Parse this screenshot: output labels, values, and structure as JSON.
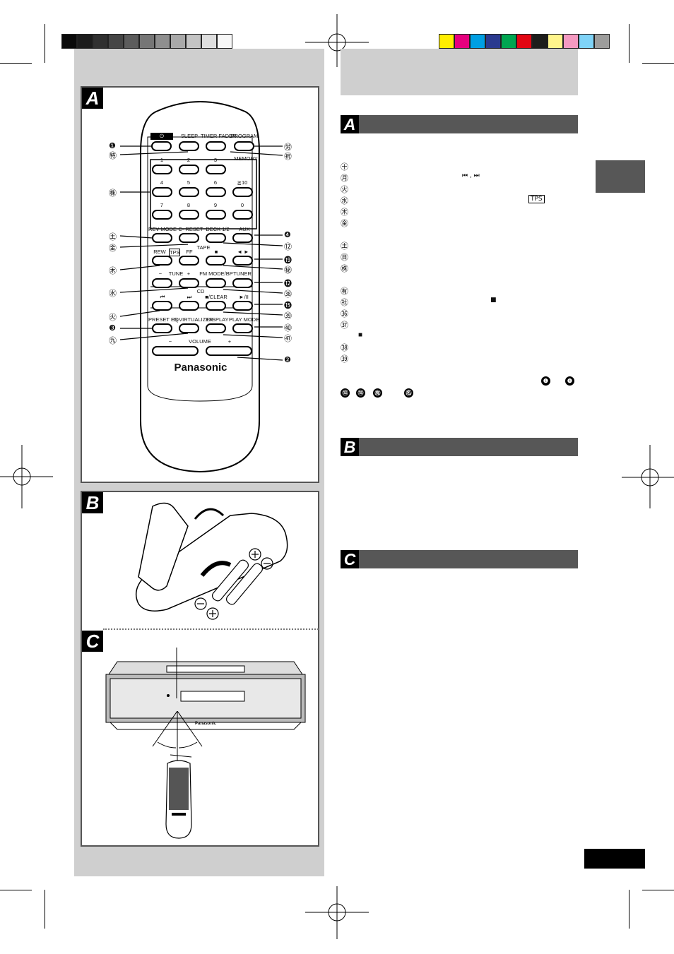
{
  "color_bars": {
    "grays": [
      "#0a0a0a",
      "#1c1c1c",
      "#303030",
      "#454545",
      "#5c5c5c",
      "#767676",
      "#8f8f8f",
      "#a9a9a9",
      "#c4c4c4",
      "#dedede",
      "#f7f7f7"
    ],
    "colors": [
      "#ffee00",
      "#e6007e",
      "#009fe3",
      "#2a3a8f",
      "#00a651",
      "#e30613",
      "#1d1d1b",
      "#fff58c",
      "#f49ac1",
      "#7fd3f7",
      "#9d9d9c"
    ]
  },
  "panels": {
    "a": "A",
    "b": "B",
    "c": "C"
  },
  "remote": {
    "brand": "Panasonic",
    "buttons": {
      "power": "⏻",
      "sleep": "SLEEP",
      "timer_fader": "TIMER FADER",
      "program": "PROGRAM",
      "memory": "MEMORY",
      "n1": "1",
      "n2": "2",
      "n3": "3",
      "n4": "4",
      "n5": "5",
      "n6": "6",
      "n10": "≧10",
      "n7": "7",
      "n8": "8",
      "n9": "9",
      "n0": "0",
      "rev_mode": "REV MODE",
      "c_reset": "C- RESET",
      "deck": "DECK 1/2",
      "aux": "AUX",
      "tape": "TAPE",
      "rew": "REW",
      "tps": "TPS",
      "ff": "FF",
      "stop": "■",
      "play_dir": "◄ ►",
      "tune_minus": "−",
      "tune": "TUNE",
      "tune_plus": "+",
      "fm_mode": "FM MODE/BP",
      "tuner": "TUNER",
      "cd": "CD",
      "stop_clear": "■/CLEAR",
      "skip_back": "⏮",
      "skip_fwd": "⏭",
      "play_pause": "►/II",
      "preset_eq": "PRESET EQ",
      "s_virtualizer": "S.VIRTUALIZER",
      "display": "DISPLAY",
      "play_mode": "PLAY MODE",
      "vol_minus": "−",
      "volume": "VOLUME",
      "vol_plus": "+"
    },
    "callouts_left": [
      "❶",
      "㊕",
      "㊑",
      "㊏",
      "㊎",
      "㊍",
      "㊌",
      "㊋",
      "❸",
      "㊈"
    ],
    "callouts_right": [
      "㊘",
      "㊗",
      "❹",
      "⑫ ",
      "⓳",
      "㊙",
      "⓬",
      "㊳",
      "⓯",
      "㊴",
      "㊵",
      "㊶",
      "❷"
    ]
  },
  "right": {
    "legend": [
      {
        "num": "㊉",
        "note": ""
      },
      {
        "num": "㊊",
        "note": "⏮ , ⏭"
      },
      {
        "num": "㊋",
        "note": ""
      },
      {
        "num": "㊌",
        "note": "TPS"
      },
      {
        "num": "㊍",
        "note": ""
      },
      {
        "num": "㊎",
        "note": ""
      },
      {
        "num": "㊏",
        "note": ""
      },
      {
        "num": "㊐",
        "note": ""
      },
      {
        "num": "㊑",
        "note": ""
      },
      {
        "num": "㊒",
        "note": ""
      },
      {
        "num": "㊓",
        "note": "■"
      },
      {
        "num": "㊱",
        "note": ""
      },
      {
        "num": "㊲",
        "note": ""
      },
      {
        "num": "㊳",
        "note": ""
      },
      {
        "num": "㊴",
        "note": ""
      }
    ],
    "stop_sub": "■",
    "footnote_circles": [
      "❶",
      "❹",
      "⑬",
      "⑮",
      "㊒",
      "㊔"
    ]
  },
  "unit_brand": "Panasonic"
}
